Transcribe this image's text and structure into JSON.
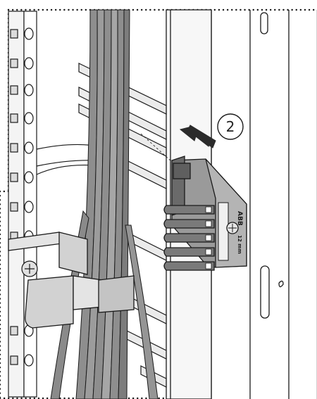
{
  "figure": {
    "step_number": "2",
    "connector_brand": "ABB",
    "connector_size": "12 mm",
    "colors": {
      "background": "#ffffff",
      "line": "#1a1a1a",
      "cable": "#8e8e8e",
      "cable_dark": "#6a6a6a",
      "connector_body": "#9a9a9a",
      "connector_dark": "#5f5f5f",
      "panel_light": "#f2f2f2",
      "bracket": "#cfcfcf",
      "arrow": "#2b2b2b"
    },
    "icons": [
      "arrow-push-icon",
      "screw-icon",
      "step-marker-icon"
    ]
  }
}
